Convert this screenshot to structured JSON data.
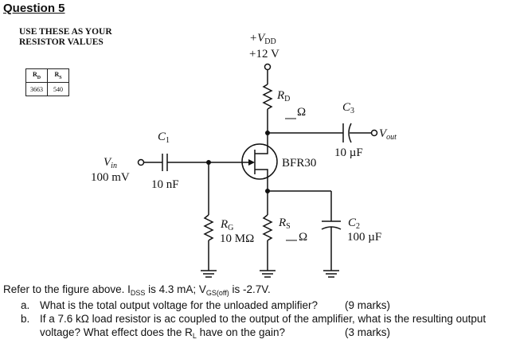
{
  "question_title": "Question 5",
  "instruction": "USE THESE AS YOUR\nRESISTOR VALUES",
  "resistor_table": {
    "headers": [
      "RD",
      "RS"
    ],
    "values": [
      "3663",
      "540"
    ]
  },
  "circuit": {
    "vdd_label": "+V",
    "vdd_sub": "DD",
    "vdd_value": "+12 V",
    "rd_label": "R",
    "rd_sub": "D",
    "rd_unit": "Ω",
    "c3_label": "C",
    "c3_sub": "3",
    "c3_value": "10 µF",
    "vout_label": "V",
    "vout_sub": "out",
    "c1_label": "C",
    "c1_sub": "1",
    "c1_value": "10 nF",
    "vin_label": "V",
    "vin_sub": "in",
    "vin_value": "100 mV",
    "transistor_label": "BFR30",
    "rg_label": "R",
    "rg_sub": "G",
    "rg_value": "10 MΩ",
    "rs_label": "R",
    "rs_sub": "S",
    "rs_unit": "Ω",
    "c2_label": "C",
    "c2_sub": "2",
    "c2_value": "100 µF"
  },
  "questions": {
    "intro_pre": "Refer to the figure above. I",
    "intro_sub1": "DSS",
    "intro_mid": " is 4.3 mA; V",
    "intro_sub2": "GS(off)",
    "intro_post": " is -2.7V.",
    "a_letter": "a.",
    "a_text": "What is the total output voltage for the unloaded amplifier?",
    "a_marks": "(9 marks)",
    "b_letter": "b.",
    "b_text_line1": "If a 7.6 kΩ load resistor is ac coupled to the output of the amplifier, what is the resulting output",
    "b_text_line2": "voltage? What effect does the R",
    "b_sub": "L",
    "b_text_line2_end": " have on the gain?",
    "b_marks": "(3 marks)"
  }
}
